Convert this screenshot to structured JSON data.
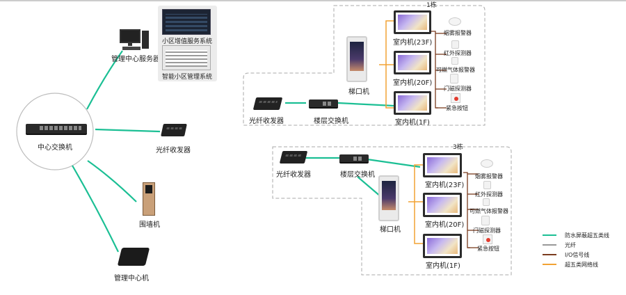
{
  "labels": {
    "center_switch": "中心交换机",
    "mgmt_server": "管理中心服务器",
    "value_added_system": "小区增值服务系统",
    "smart_mgmt_system": "智能小区管理系统",
    "fiber_transceiver_main": "光纤收发器",
    "wall_unit": "围墙机",
    "mgmt_center_unit": "管理中心机"
  },
  "building1": {
    "title": "1栋",
    "fiber_transceiver": "光纤收发器",
    "floor_switch": "楼层交换机",
    "door_unit": "梯口机",
    "indoor_23": "室内机(23F)",
    "indoor_20": "室内机(20F)",
    "indoor_1": "室内机(1F)",
    "smoke": "烟雾报警器",
    "infrared": "红外探测器",
    "gas": "可燃气体报警器",
    "door_sensor": "门磁探测器",
    "emergency": "紧急按钮"
  },
  "building3": {
    "title": "3栋",
    "fiber_transceiver": "光纤收发器",
    "floor_switch": "楼层交换机",
    "door_unit": "梯口机",
    "indoor_23": "室内机(23F)",
    "indoor_20": "室内机(20F)",
    "indoor_1": "室内机(1F)",
    "smoke": "烟雾报警器",
    "infrared": "红外探测器",
    "gas": "可燃气体报警器",
    "door_sensor": "门磁探测器",
    "emergency": "紧急按钮"
  },
  "legend": [
    {
      "label": "防水屏蔽超五类线",
      "color": "#1bbf94"
    },
    {
      "label": "光纤",
      "color": "#999999"
    },
    {
      "label": "I/O信号线",
      "color": "#7a3b1e"
    },
    {
      "label": "超五类网络线",
      "color": "#f2a233"
    }
  ],
  "colors": {
    "cat5_shielded": "#1bbf94",
    "fiber": "#999999",
    "io": "#7a3b1e",
    "cat5": "#f2a233",
    "dashed_border": "#a8a8a8",
    "circle": "#bdbdbd"
  }
}
